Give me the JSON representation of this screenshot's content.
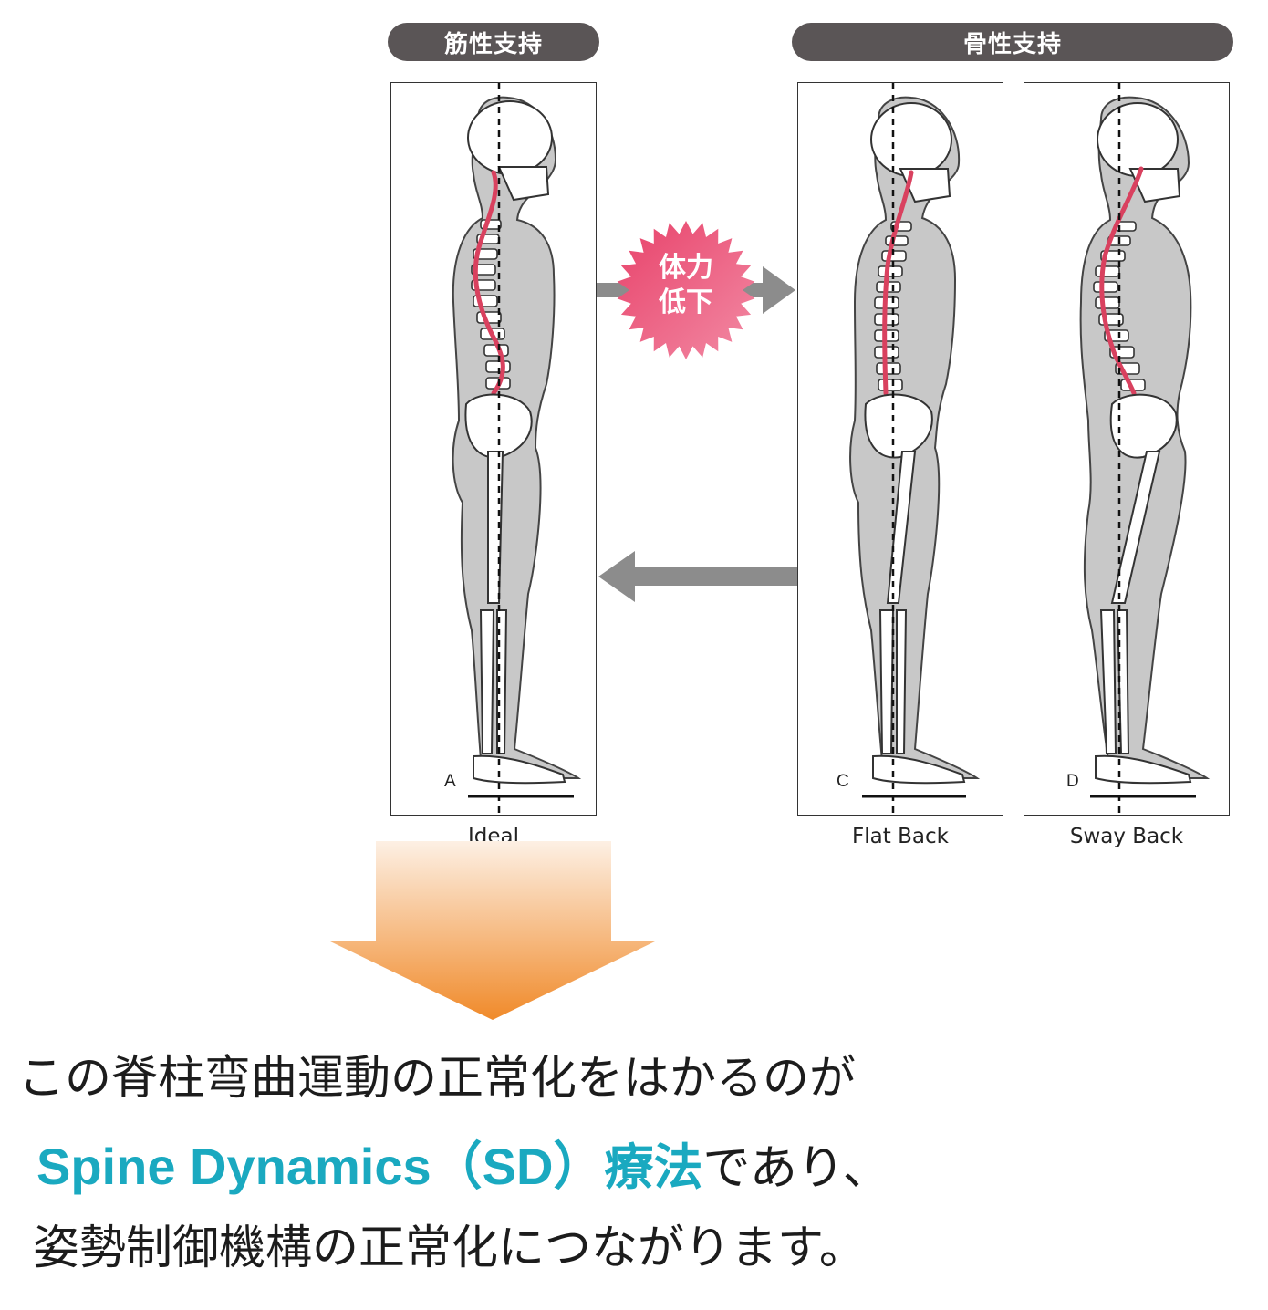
{
  "headers": {
    "muscular": "筋性支持",
    "skeletal": "骨性支持"
  },
  "panels": [
    {
      "letter": "A",
      "caption": "Ideal"
    },
    {
      "letter": "C",
      "caption": "Flat Back"
    },
    {
      "letter": "D",
      "caption": "Sway Back"
    }
  ],
  "badge": {
    "line1": "体力",
    "line2": "低下"
  },
  "text": {
    "line1": "この脊柱弯曲運動の正常化をはかるのが",
    "line2_accent": "Spine Dynamics（SD）",
    "line2_accent_jp": "療法",
    "line2_rest": "であり、",
    "line3": "姿勢制御機構の正常化につながります。"
  },
  "colors": {
    "pill": "#5a5556",
    "spine": "#d9415f",
    "badge_start": "#e8426a",
    "badge_end": "#f28aa4",
    "arrow_gray": "#8c8c8c",
    "down_arrow_top": "#fdf0e4",
    "down_arrow_bottom": "#f08a2a",
    "accent": "#1aa9c0"
  }
}
